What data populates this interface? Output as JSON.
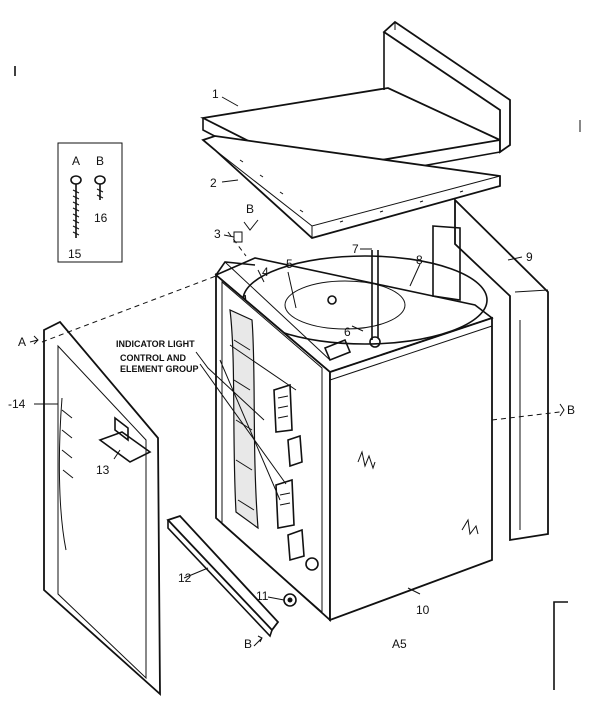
{
  "parts_key": {
    "header_a": "A",
    "header_b": "B",
    "num_a": "15",
    "num_b": "16"
  },
  "callouts": {
    "c1": "1",
    "c2": "2",
    "c3": "3",
    "c4": "4",
    "c5": "5",
    "c6": "6",
    "c7": "7",
    "c8": "8",
    "c9": "9",
    "c10": "10",
    "c11": "11",
    "c12": "12",
    "c13": "13",
    "c14": "-14"
  },
  "letters": {
    "b_top": "B",
    "a_left": "A",
    "b_right": "B",
    "b_bottom": "B"
  },
  "notes": {
    "indicator": "INDICATOR LIGHT",
    "control1": "CONTROL AND",
    "control2": "ELEMENT GROUP"
  },
  "figure_code": "A5"
}
